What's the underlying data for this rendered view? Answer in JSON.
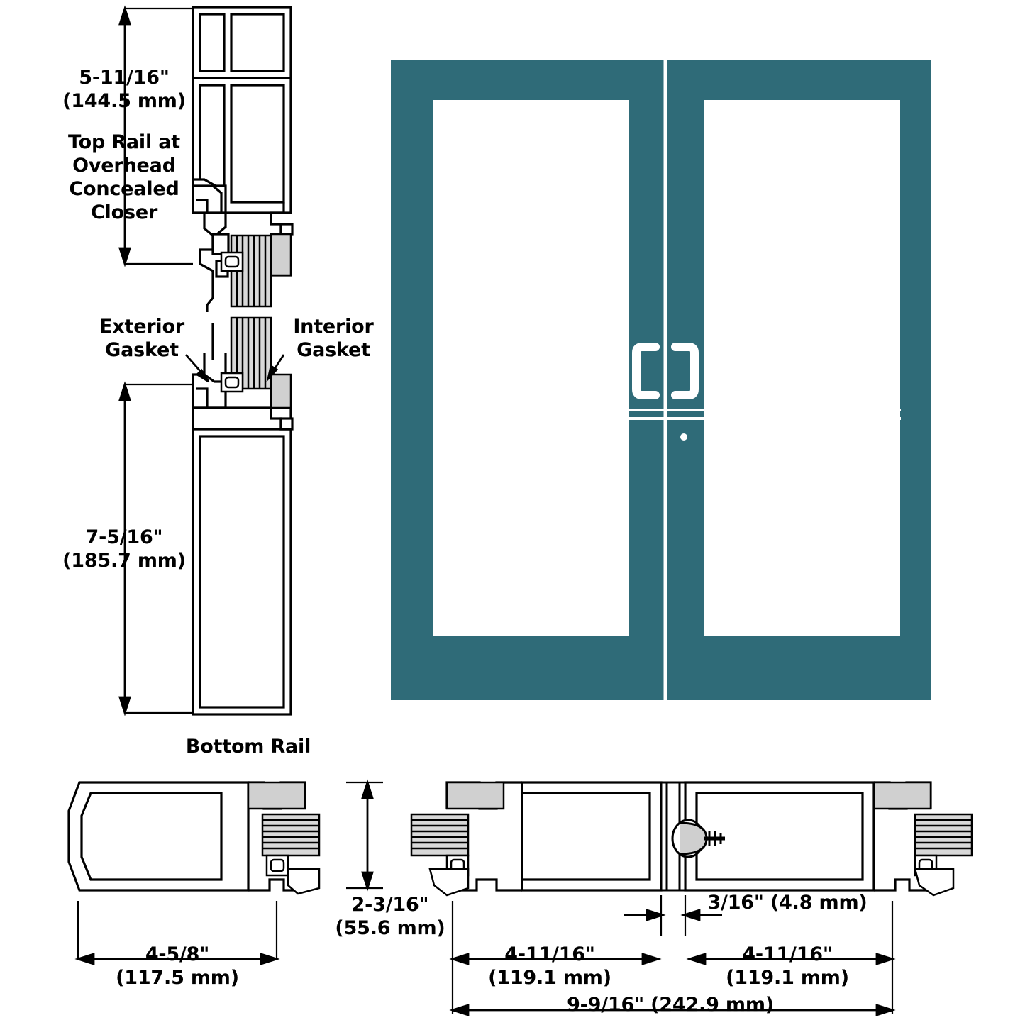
{
  "diagram": {
    "title": "Aluminum Entrance Door Rail Sections and Elevation",
    "door": {
      "frame_color": "#2f6b78",
      "glass_color": "#ffffff",
      "hardware": "push-pull-handle",
      "leaf_count": 2
    },
    "labels": {
      "top_rail_dim_in": "5-11/16\"",
      "top_rail_dim_mm": "(144.5 mm)",
      "top_rail_caption_1": "Top Rail at",
      "top_rail_caption_2": "Overhead",
      "top_rail_caption_3": "Concealed",
      "top_rail_caption_4": "Closer",
      "exterior_gasket_1": "Exterior",
      "exterior_gasket_2": "Gasket",
      "interior_gasket_1": "Interior",
      "interior_gasket_2": "Gasket",
      "bottom_rail_dim_in": "7-5/16\"",
      "bottom_rail_dim_mm": "(185.7 mm)",
      "bottom_rail_caption": "Bottom Rail",
      "stile_depth_in": "4-5/8\"",
      "stile_depth_mm": "(117.5 mm)",
      "stile_thickness_in": "2-3/16\"",
      "stile_thickness_mm": "(55.6 mm)",
      "meeting_gap_in": "3/16\" (4.8 mm)",
      "meeting_left_in": "4-11/16\"",
      "meeting_left_mm": "(119.1 mm)",
      "meeting_right_in": "4-11/16\"",
      "meeting_right_mm": "(119.1 mm)",
      "meeting_total": "9-9/16\" (242.9 mm)"
    }
  }
}
